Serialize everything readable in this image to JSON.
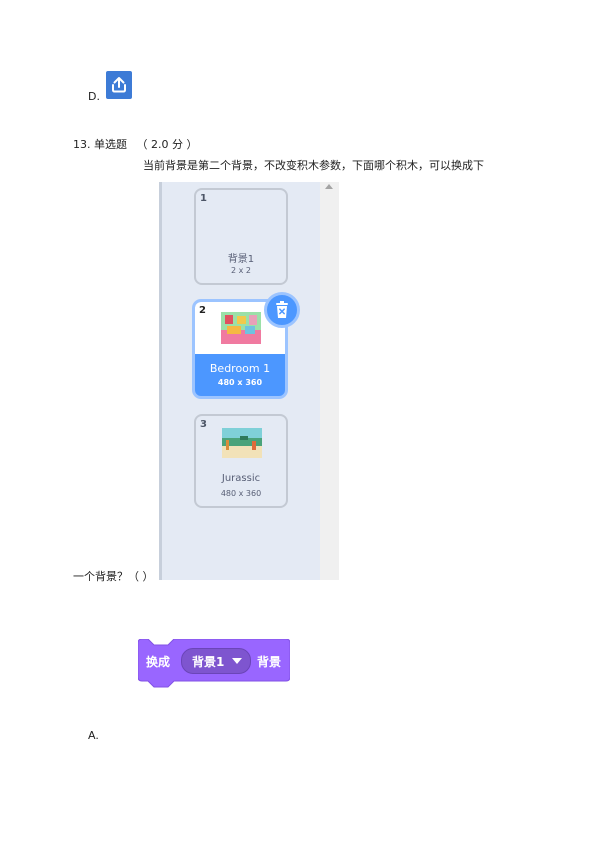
{
  "option_d": {
    "label": "D."
  },
  "question": {
    "number": "13.",
    "type": "单选题",
    "points": "（ 2.0 分 ）",
    "prompt_line1": "当前背景是第二个背景，不改变积木参数，下面哪个积木，可以换成下",
    "prompt_line2": "一个背景？（ ）"
  },
  "backdrops": [
    {
      "num": "1",
      "name": "背景1",
      "size": "2 x 2",
      "selected": false
    },
    {
      "num": "2",
      "name": "Bedroom 1",
      "size": "480 x 360",
      "selected": true
    },
    {
      "num": "3",
      "name": "Jurassic",
      "size": "480 x 360",
      "selected": false
    }
  ],
  "block": {
    "label_switch": "换成",
    "dropdown_value": "背景1",
    "label_backdrop": "背景",
    "color": "#9966ff"
  },
  "option_a": {
    "label": "A."
  },
  "colors": {
    "accent": "#4c97ff",
    "upload": "#3d7bd6"
  },
  "icons": [
    "upload-icon",
    "trash-icon",
    "dropdown-arrow-icon",
    "scroll-up-arrow-icon"
  ]
}
